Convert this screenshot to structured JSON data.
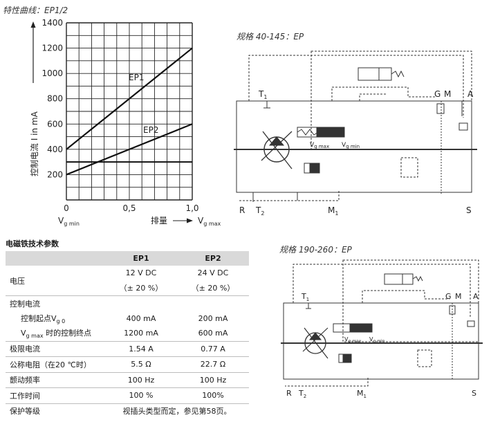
{
  "chart_section": {
    "title": "特性曲线：EP1/2"
  },
  "chart_data": {
    "type": "line",
    "x_ticks": [
      "0",
      "0,5",
      "1,0"
    ],
    "y_ticks": [
      "200",
      "400",
      "600",
      "800",
      "1000",
      "1200",
      "1400"
    ],
    "ylabel": "控制电流  I in mA",
    "x_under_0": "V",
    "x_under_0_sub": "g min",
    "x_axis_label": "排量",
    "x_under_1": "V",
    "x_under_1_sub": "g max",
    "xlim": [
      0,
      1
    ],
    "ylim": [
      0,
      1400
    ],
    "series": [
      {
        "name": "EP1",
        "x": [
          0,
          1
        ],
        "values": [
          400,
          1200
        ]
      },
      {
        "name": "EP2",
        "x": [
          0,
          1
        ],
        "values": [
          200,
          600
        ]
      }
    ],
    "grid": true
  },
  "diagram1": {
    "caption": "规格 40-145：EP",
    "labels": {
      "T1": "T",
      "T1_sub": "1",
      "G": "G",
      "M": "M",
      "A": "A",
      "R": "R",
      "T2": "T",
      "T2_sub": "2",
      "M1": "M",
      "M1_sub": "1",
      "S": "S",
      "vmax": "V",
      "vmax_sub": "g max",
      "vmin": "V",
      "vmin_sub": "g min"
    }
  },
  "diagram2": {
    "caption": "规格 190-260：EP",
    "labels": {
      "T1": "T",
      "T1_sub": "1",
      "G": "G",
      "M": "M",
      "A": "A",
      "R": "R",
      "T2": "T",
      "T2_sub": "2",
      "M1": "M",
      "M1_sub": "1",
      "S": "S",
      "vmax": "V",
      "vmax_sub": "g max",
      "vmin": "V",
      "vmin_sub": "g min"
    }
  },
  "spec_table": {
    "title": "电磁铁技术参数",
    "headers": [
      "",
      "EP1",
      "EP2"
    ],
    "voltage_label": "电压",
    "voltage_ep1": "12 V DC",
    "voltage_ep2": "24 V DC",
    "tol_ep1": "（± 20 %）",
    "tol_ep2": "（± 20 %）",
    "ctrl_current": "控制电流",
    "ctrl_start_label": "控制起点V",
    "ctrl_start_sub": "g 0",
    "ctrl_start_ep1": "400 mA",
    "ctrl_start_ep2": "200 mA",
    "ctrl_end_v": "V",
    "ctrl_end_sub": "g max",
    "ctrl_end_label": " 时的控制终点",
    "ctrl_end_ep1": "1200 mA",
    "ctrl_end_ep2": "600 mA",
    "limit_current": "极限电流",
    "limit_ep1": "1.54 A",
    "limit_ep2": "0.77 A",
    "resistance": "公称电阻（在20 ℃时）",
    "res_ep1": "5.5  Ω",
    "res_ep2": "22.7  Ω",
    "dither": "颤动频率",
    "dither_ep1": "100 Hz",
    "dither_ep2": "100 Hz",
    "duty": "工作时间",
    "duty_ep1": "100 %",
    "duty_ep2": "100%",
    "protection": "保护等级",
    "protection_val": "视插头类型而定，参见第58页。"
  }
}
